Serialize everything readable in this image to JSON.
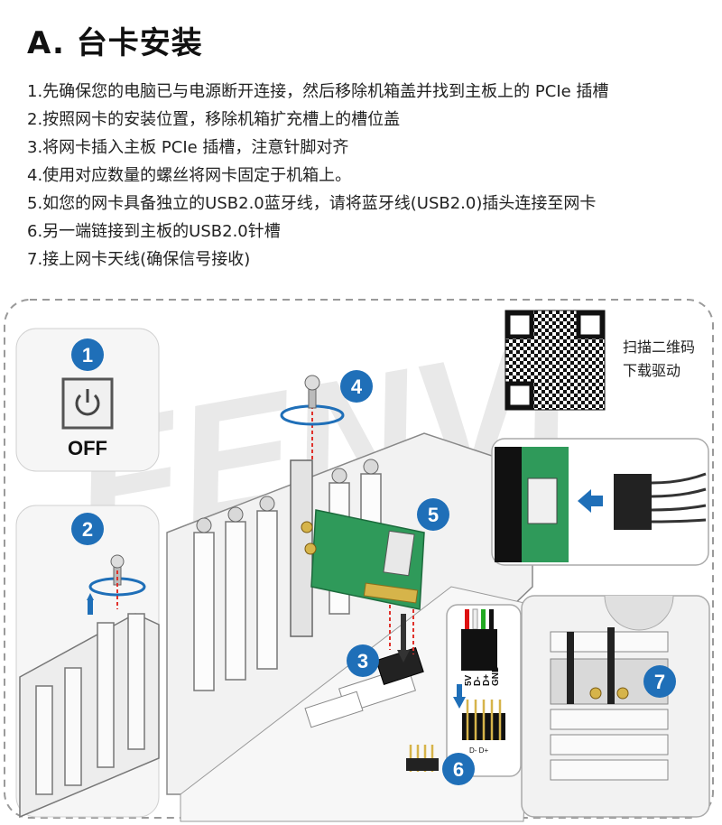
{
  "header": {
    "title": "A. 台卡安装"
  },
  "steps": [
    "1.先确保您的电脑已与电源断开连接，然后移除机箱盖并找到主板上的 PCIe 插槽",
    "2.按照网卡的安装位置，移除机箱扩充槽上的槽位盖",
    "3.将网卡插入主板 PCIe 插槽，注意针脚对齐",
    "4.使用对应数量的螺丝将网卡固定于机箱上。",
    "5.如您的网卡具备独立的USB2.0蓝牙线，请将蓝牙线(USB2.0)插头连接至网卡",
    "6.另一端链接到主板的USB2.0针槽",
    "7.接上网卡天线(确保信号接收)"
  ],
  "qr": {
    "caption_line1": "扫描二维码",
    "caption_line2": "下载驱动"
  },
  "diagram": {
    "step_badges": [
      "1",
      "2",
      "3",
      "4",
      "5",
      "6",
      "7"
    ],
    "power_label": "OFF",
    "pin_labels": [
      "5V",
      "D-",
      "D+",
      "GND"
    ],
    "header_pin_label": "D- D+",
    "watermark": "FENVi",
    "colors": {
      "badge_blue": "#1f6fb8",
      "pcb_green": "#2f9a5a",
      "red_dash": "#e0312b",
      "frame_gray": "#b8b8b8"
    }
  }
}
